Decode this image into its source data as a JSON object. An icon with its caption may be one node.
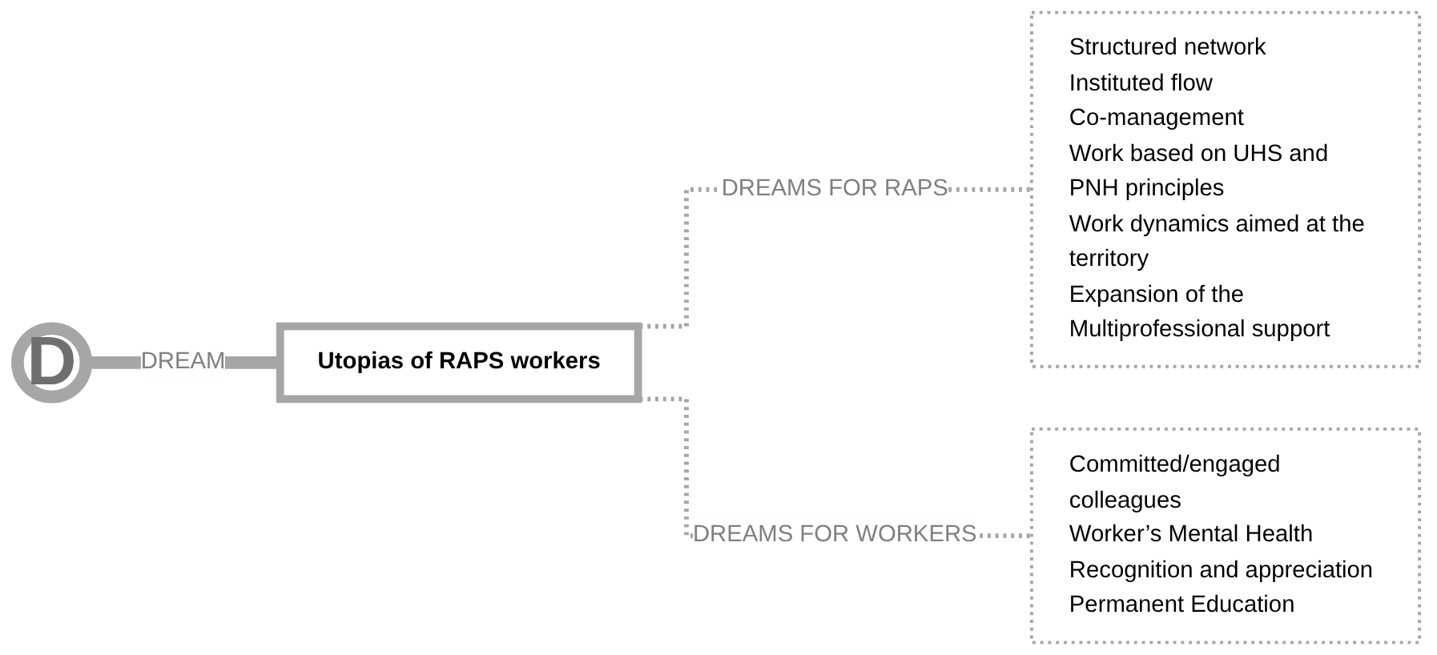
{
  "diagram": {
    "nodes": [
      {
        "text": [
          "D"
        ]
      },
      {
        "text": [
          "Utopias of RAPS workers"
        ]
      },
      {
        "text": [
          "Structured network",
          "Instituted flow",
          "Co-management",
          "Work based on UHS and PNH principles",
          "Work dynamics aimed at the territory",
          "Expansion of the Multiprofessional support"
        ]
      },
      {
        "text": [
          "Committed/engaged colleagues",
          "Worker’s Mental Health",
          "Recognition and appreciation",
          "Permanent Education"
        ]
      }
    ],
    "edges": [
      {
        "from": 0,
        "to": 1,
        "arrow": "none",
        "label": "DREAM",
        "style": "thick"
      },
      {
        "from": 1,
        "to": 2,
        "arrow": "none",
        "label": "DREAMS FOR RAPS",
        "style": "dashed"
      },
      {
        "from": 1,
        "to": 3,
        "arrow": "none",
        "label": "DREAMS FOR WORKERS",
        "style": "dashed"
      }
    ]
  }
}
